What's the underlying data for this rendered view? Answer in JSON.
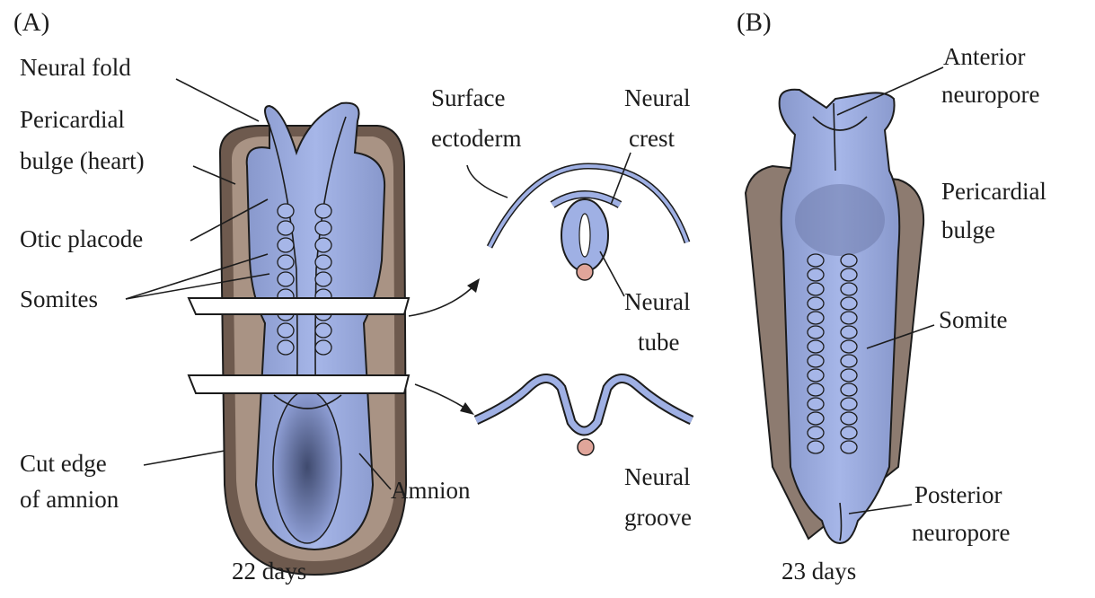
{
  "panel_a": {
    "letter": "(A)",
    "caption": "22 days",
    "labels": {
      "neural_fold": "Neural fold",
      "pericardial_1": "Pericardial",
      "pericardial_2": "bulge (heart)",
      "otic_placode": "Otic placode",
      "somites": "Somites",
      "cut_edge_1": "Cut edge",
      "cut_edge_2": "of amnion",
      "amnion": "Amnion"
    }
  },
  "cross_sections": {
    "labels": {
      "surface_1": "Surface",
      "surface_2": "ectoderm",
      "crest_1": "Neural",
      "crest_2": "crest",
      "tube_1": "Neural",
      "tube_2": "tube",
      "groove_1": "Neural",
      "groove_2": "groove"
    }
  },
  "panel_b": {
    "letter": "(B)",
    "caption": "23 days",
    "labels": {
      "anterior_1": "Anterior",
      "anterior_2": "neuropore",
      "pericardial_1": "Pericardial",
      "pericardial_2": "bulge",
      "somite": "Somite",
      "posterior_1": "Posterior",
      "posterior_2": "neuropore"
    }
  },
  "colors": {
    "tissue": "#9fb0e4",
    "tissue_dark": "#5f6f9f",
    "amnion_brown": "#6e5a4e",
    "notochord": "#e0a59a",
    "line": "#1c1c1c"
  }
}
